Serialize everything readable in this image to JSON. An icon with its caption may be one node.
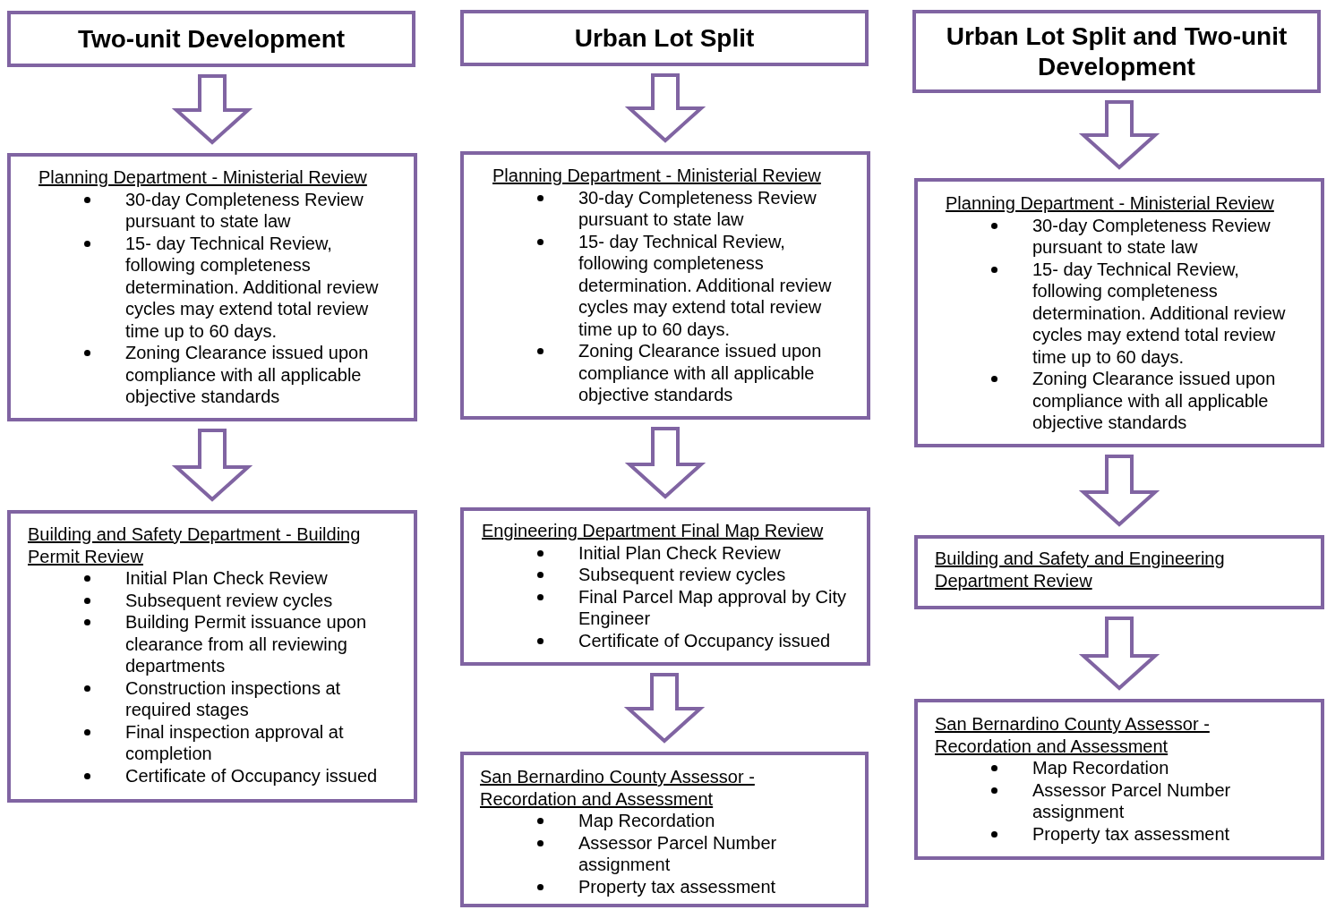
{
  "diagram": {
    "nodes": [
      {
        "text": [
          "Two-unit Development"
        ]
      },
      {
        "text": [
          "Planning Department - Ministerial Review",
          "30-day Completeness Review pursuant to state law",
          "15- day Technical Review, following completeness determination. Additional review cycles may extend total review time up to 60 days.",
          "Zoning Clearance issued upon compliance with all applicable objective standards"
        ]
      },
      {
        "text": [
          "Building and Safety Department - Building Permit Review",
          "Initial Plan Check Review",
          "Subsequent review cycles",
          "Building Permit issuance upon clearance from all reviewing departments",
          "Construction inspections at required stages",
          "Final inspection approval at completion",
          "Certificate of Occupancy issued"
        ]
      },
      {
        "text": [
          "Urban Lot Split"
        ]
      },
      {
        "text": [
          "Planning Department - Ministerial Review",
          "30-day Completeness Review pursuant to state law",
          "15- day Technical Review, following completeness determination. Additional review cycles may extend total review time up to 60 days.",
          "Zoning Clearance issued upon compliance with all applicable objective standards"
        ]
      },
      {
        "text": [
          "Engineering Department Final Map Review",
          "Initial Plan Check Review",
          "Subsequent review cycles",
          "Final Parcel Map approval by City Engineer",
          "Certificate of Occupancy issued"
        ]
      },
      {
        "text": [
          "San Bernardino County Assessor - Recordation and Assessment",
          "Map Recordation",
          "Assessor Parcel Number assignment",
          "Property tax assessment"
        ]
      },
      {
        "text": [
          "Urban Lot Split and Two-unit Development"
        ]
      },
      {
        "text": [
          "Planning Department - Ministerial Review",
          "30-day Completeness Review pursuant to state law",
          "15- day Technical Review, following completeness determination. Additional review cycles may extend total review time up to 60 days.",
          "Zoning Clearance issued upon compliance with all applicable objective standards"
        ]
      },
      {
        "text": [
          "Building and Safety and Engineering Department Review"
        ]
      },
      {
        "text": [
          "San Bernardino County Assessor - Recordation and Assessment",
          "Map Recordation",
          "Assessor Parcel Number assignment",
          "Property tax assessment"
        ]
      }
    ],
    "edges": [
      {
        "from": 0,
        "to": 1,
        "arrow": "to"
      },
      {
        "from": 1,
        "to": 2,
        "arrow": "to"
      },
      {
        "from": 3,
        "to": 4,
        "arrow": "to"
      },
      {
        "from": 4,
        "to": 5,
        "arrow": "to"
      },
      {
        "from": 5,
        "to": 6,
        "arrow": "to"
      },
      {
        "from": 7,
        "to": 8,
        "arrow": "to"
      },
      {
        "from": 8,
        "to": 9,
        "arrow": "to"
      },
      {
        "from": 9,
        "to": 10,
        "arrow": "to"
      }
    ]
  }
}
